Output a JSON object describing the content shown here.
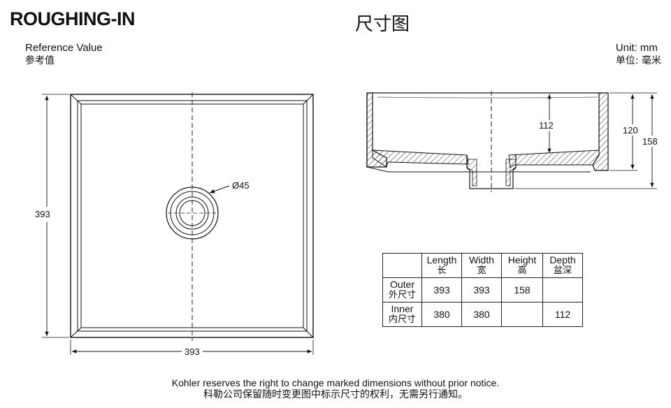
{
  "header": {
    "title": "ROUGHING-IN",
    "title_cn": "尺寸图"
  },
  "reference": {
    "label": "Reference Value",
    "label_cn": "参考值"
  },
  "unit": {
    "label": "Unit: mm",
    "label_cn": "单位: 毫米"
  },
  "plan_view": {
    "height_dim": "393",
    "width_dim": "393",
    "drain_dim": "Ø45"
  },
  "section_view": {
    "inner_depth": "112",
    "mid_height": "120",
    "outer_height": "158"
  },
  "table": {
    "headers": [
      {
        "en": "",
        "cn": ""
      },
      {
        "en": "Length",
        "cn": "长"
      },
      {
        "en": "Width",
        "cn": "宽"
      },
      {
        "en": "Height",
        "cn": "高"
      },
      {
        "en": "Depth",
        "cn": "盆深"
      }
    ],
    "rows": [
      {
        "en": "Outer",
        "cn": "外尺寸",
        "cells": [
          "393",
          "393",
          "158",
          ""
        ]
      },
      {
        "en": "Inner",
        "cn": "内尺寸",
        "cells": [
          "380",
          "380",
          "",
          "112"
        ]
      }
    ]
  },
  "notice": {
    "en": "Kohler reserves the right to change marked dimensions without prior notice.",
    "cn": "科勒公司保留随时变更图中标示尺寸的权利，无需另行通知。"
  }
}
